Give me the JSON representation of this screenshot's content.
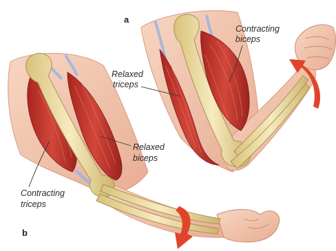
{
  "panels": {
    "a": "a",
    "b": "b"
  },
  "labels": {
    "contracting_biceps_line1": "Contracting",
    "contracting_biceps_line2": "biceps",
    "relaxed_triceps_line1": "Relaxed",
    "relaxed_triceps_line2": "triceps",
    "relaxed_biceps_line1": "Relaxed",
    "relaxed_biceps_line2": "biceps",
    "contracting_triceps_line1": "Contracting",
    "contracting_triceps_line2": "triceps"
  },
  "colors": {
    "background": "#ffffff",
    "skin": "#f4c9b2",
    "skin_shadow": "#e6a98e",
    "muscle": "#c2352e",
    "muscle_dark": "#8e1f1b",
    "bone": "#ecdca0",
    "bone_outline": "#a8925a",
    "tendon": "#a9b6db",
    "arrow": "#e0442a"
  },
  "icons": {
    "motion_arrow_a": "curved-arrow-up",
    "motion_arrow_b": "curved-arrow-down"
  }
}
